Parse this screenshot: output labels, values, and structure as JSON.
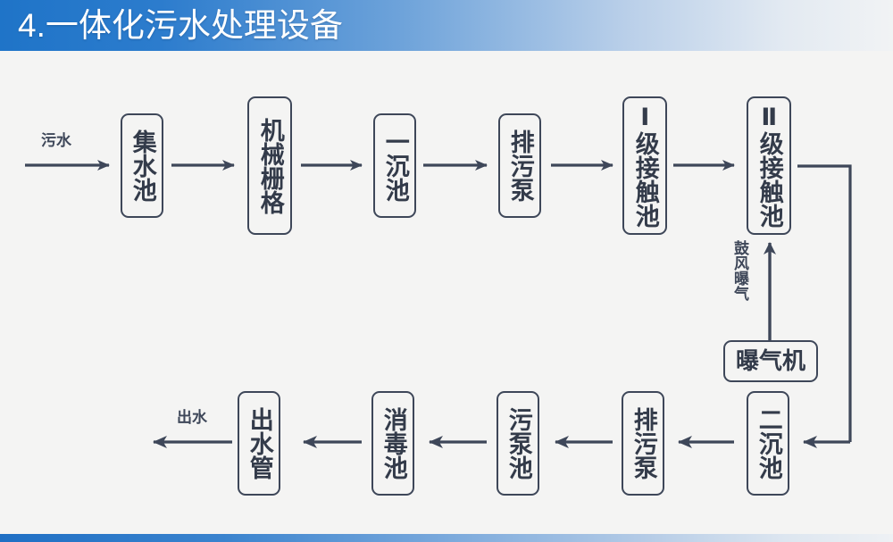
{
  "header": {
    "title": "4.一体化污水处理设备",
    "gradient_start": "#1f74c8",
    "gradient_end": "#f1f3f4"
  },
  "footer": {
    "gradient_start": "#1f6fc4",
    "gradient_end": "#eef1f4"
  },
  "theme": {
    "background": "#f4f4f3",
    "stroke": "#3e4759",
    "text": "#333b4a"
  },
  "diagram": {
    "type": "process-flowchart",
    "orientation": "serpentine-left-to-right-then-right-to-left",
    "row_top": [
      {
        "id": "inlet-label",
        "label": "污水",
        "kind": "edge-label"
      },
      {
        "id": "collection-tank",
        "label": "集水池",
        "kind": "node"
      },
      {
        "id": "mechanical-grating",
        "label": "机械栅格",
        "kind": "node"
      },
      {
        "id": "primary-sedimentation-tank",
        "label": "一沉池",
        "kind": "node"
      },
      {
        "id": "sewage-pump-top",
        "label": "排污泵",
        "kind": "node"
      },
      {
        "id": "contact-tank-1",
        "label": "Ⅰ级接触池",
        "kind": "node"
      },
      {
        "id": "contact-tank-2",
        "label": "Ⅱ级接触池",
        "kind": "node"
      }
    ],
    "aeration": {
      "edge_label": "鼓风曝气",
      "machine": "曝气机"
    },
    "row_bottom": [
      {
        "id": "secondary-sedimentation-tank",
        "label": "二沉池",
        "kind": "node"
      },
      {
        "id": "sewage-pump-bottom",
        "label": "排污泵",
        "kind": "node"
      },
      {
        "id": "sludge-pump-tank",
        "label": "污泵池",
        "kind": "node"
      },
      {
        "id": "disinfection-tank",
        "label": "消毒池",
        "kind": "node"
      },
      {
        "id": "outlet-pipe",
        "label": "出水管",
        "kind": "node"
      },
      {
        "id": "outlet-label",
        "label": "出水",
        "kind": "edge-label"
      }
    ]
  }
}
